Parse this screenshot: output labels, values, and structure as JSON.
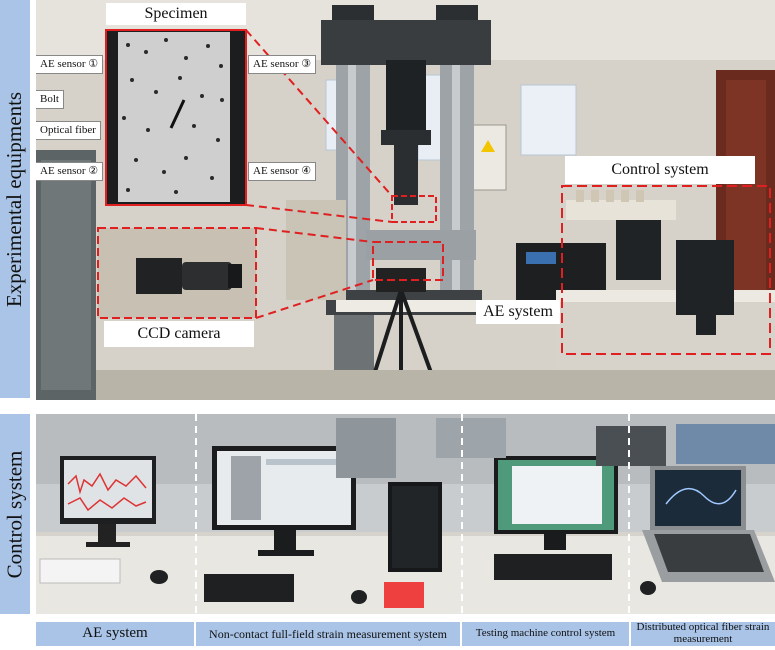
{
  "side_labels": {
    "top": "Experimental equipments",
    "bottom": "Control system"
  },
  "top_photo": {
    "specimen_label": "Specimen",
    "sensor_labels": {
      "ae1": "AE sensor ①",
      "ae2": "AE sensor ②",
      "ae3": "AE sensor ③",
      "ae4": "AE sensor ④"
    },
    "bolt_label": "Bolt",
    "optical_fiber_label": "Optical fiber",
    "control_system_label": "Control system",
    "ccd_label": "CCD camera",
    "ae_system_label": "AE system"
  },
  "bottom_captions": [
    "AE system",
    "Non-contact full-field strain measurement system",
    "Testing machine control system",
    "Distributed optical fiber strain measurement"
  ],
  "colors": {
    "label_bg": "#a9c4e6",
    "highlight": "#e02020",
    "divider": "#ffffff"
  }
}
